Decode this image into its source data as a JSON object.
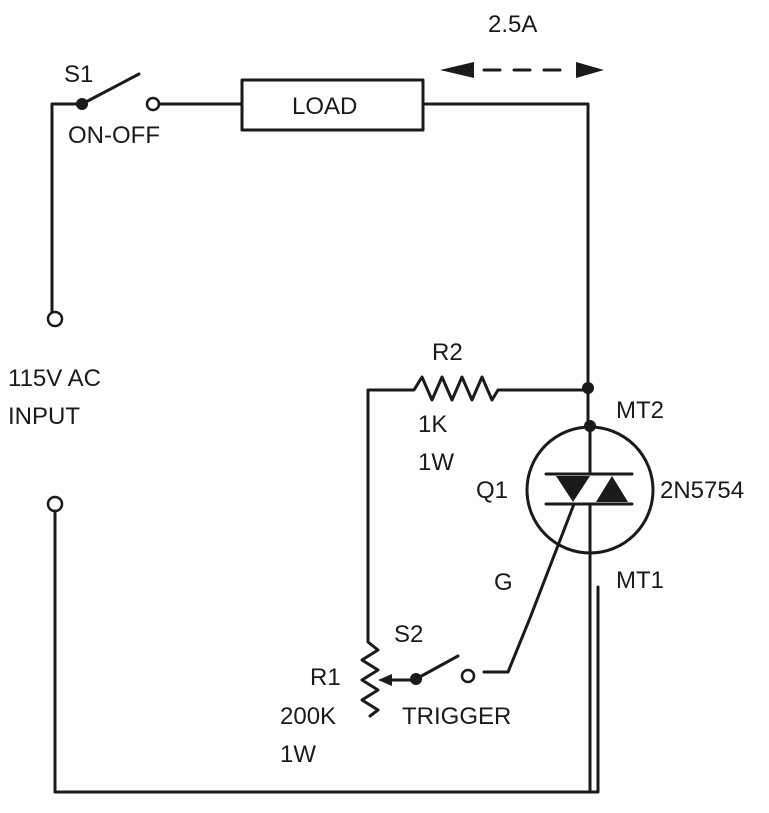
{
  "title": "Triac AC switch with trigger circuit",
  "current_annotation": "2.5A",
  "switch_s1": {
    "ref": "S1",
    "label": "ON-OFF"
  },
  "load": {
    "label": "LOAD"
  },
  "input": {
    "line1": "115V AC",
    "line2": "INPUT"
  },
  "resistor_r2": {
    "ref": "R2",
    "value": "1K",
    "power": "1W"
  },
  "triac_q1": {
    "ref": "Q1",
    "part": "2N5754",
    "mt2": "MT2",
    "mt1": "MT1",
    "gate": "G"
  },
  "switch_s2": {
    "ref": "S2",
    "label": "TRIGGER"
  },
  "pot_r1": {
    "ref": "R1",
    "value": "200K",
    "power": "1W"
  },
  "colors": {
    "ink": "#1a1a1a",
    "background": "#ffffff"
  }
}
